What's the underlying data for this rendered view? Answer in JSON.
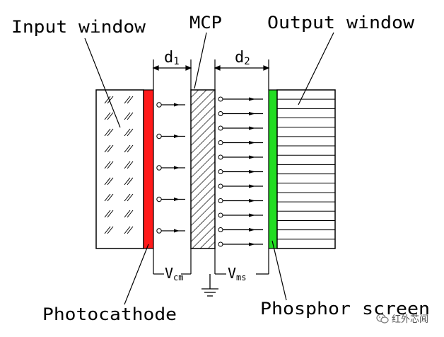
{
  "labels": {
    "input_window": "Input window",
    "mcp": "MCP",
    "output_window": "Output window",
    "d1_main": "d",
    "d1_sub": "1",
    "d2_main": "d",
    "d2_sub": "2",
    "vcm_main": "V",
    "vcm_sub": "cm",
    "vms_main": "V",
    "vms_sub": "ms",
    "photocathode": "Photocathode",
    "phosphor_screen": "Phosphor screen"
  },
  "watermark": {
    "text": "红外芯闻",
    "icon": "wechat-icon"
  },
  "colors": {
    "photocathode": "#ff1a1a",
    "phosphor": "#22dd22",
    "stroke": "#000000"
  },
  "counts": {
    "gap1_electrons": 5,
    "gap2_electrons": 11,
    "output_lines": 16
  }
}
